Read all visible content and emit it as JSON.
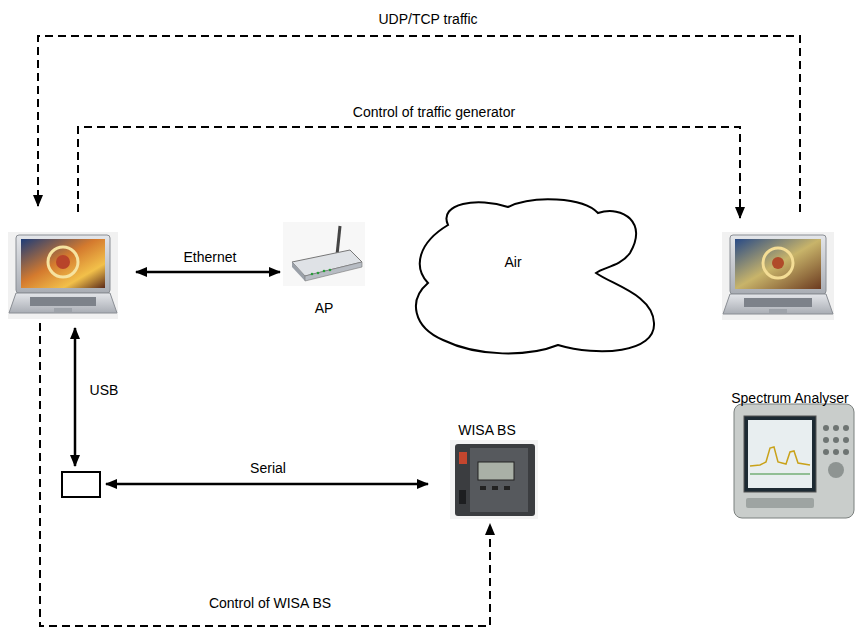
{
  "diagram": {
    "nodes": [
      {
        "text": [
          "AP"
        ]
      },
      {
        "text": [
          "Air"
        ]
      },
      {
        "text": [
          "WISA BS"
        ]
      },
      {
        "text": [
          "Spectrum Analyser"
        ]
      }
    ],
    "labels": [
      "UDP/TCP traffic",
      "Control of traffic generator",
      "Ethernet",
      "USB",
      "Serial",
      "Control of WISA BS"
    ]
  }
}
